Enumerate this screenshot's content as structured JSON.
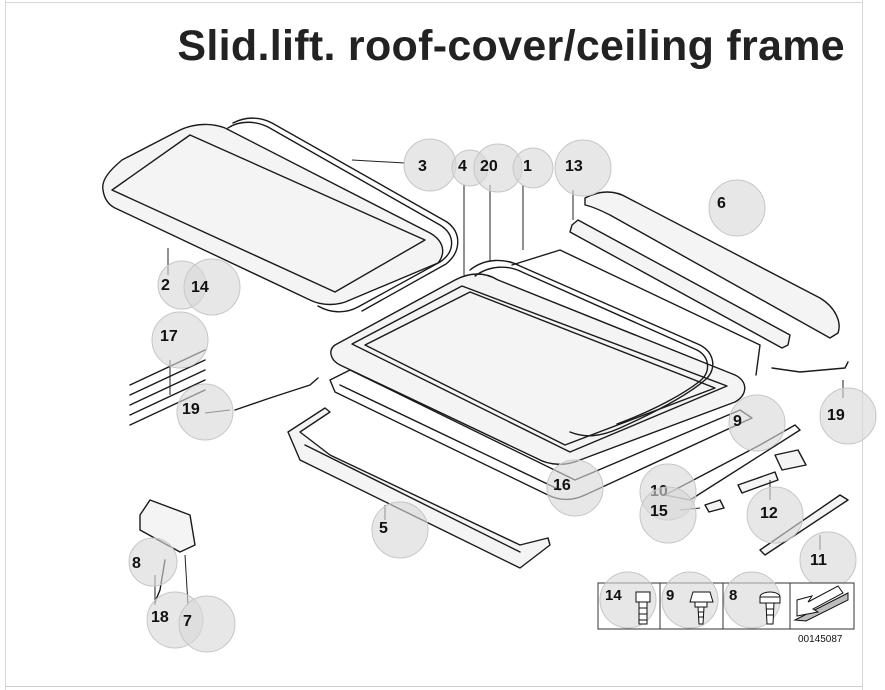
{
  "title": "Slid.lift. roof-cover/ceiling frame",
  "drawing_number": "00145087",
  "callouts": [
    "3",
    "4",
    "20",
    "1",
    "13",
    "6",
    "2",
    "14",
    "17",
    "19",
    "9",
    "19",
    "16",
    "10",
    "15",
    "12",
    "5",
    "11",
    "8",
    "18",
    "7"
  ],
  "legend_items": [
    {
      "label": "14",
      "icon": "bolt-icon"
    },
    {
      "label": "9",
      "icon": "hex-screw-icon"
    },
    {
      "label": "8",
      "icon": "screw-icon"
    },
    {
      "label": "",
      "icon": "direction-arrow-icon"
    }
  ]
}
